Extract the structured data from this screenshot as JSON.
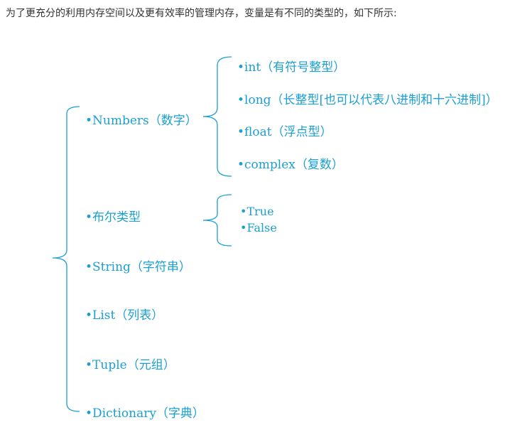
{
  "intro_text": "为了更充分的利用内存空间以及更有效率的管理内存，变量是有不同的类型的，如下所示:",
  "colors": {
    "accent": "#1a9fd0",
    "text": "#333333"
  },
  "diagram": {
    "top_level": [
      "•Numbers（数字）",
      "•布尔类型",
      "•String（字符串）",
      "•List（列表）",
      "•Tuple（元组）",
      "•Dictionary（字典）"
    ],
    "numbers_children": [
      "•int（有符号整型）",
      "•long（长整型[也可以代表八进制和十六进制]）",
      "•float（浮点型）",
      "•complex（复数）"
    ],
    "bool_children": [
      "•True",
      "•False"
    ]
  }
}
